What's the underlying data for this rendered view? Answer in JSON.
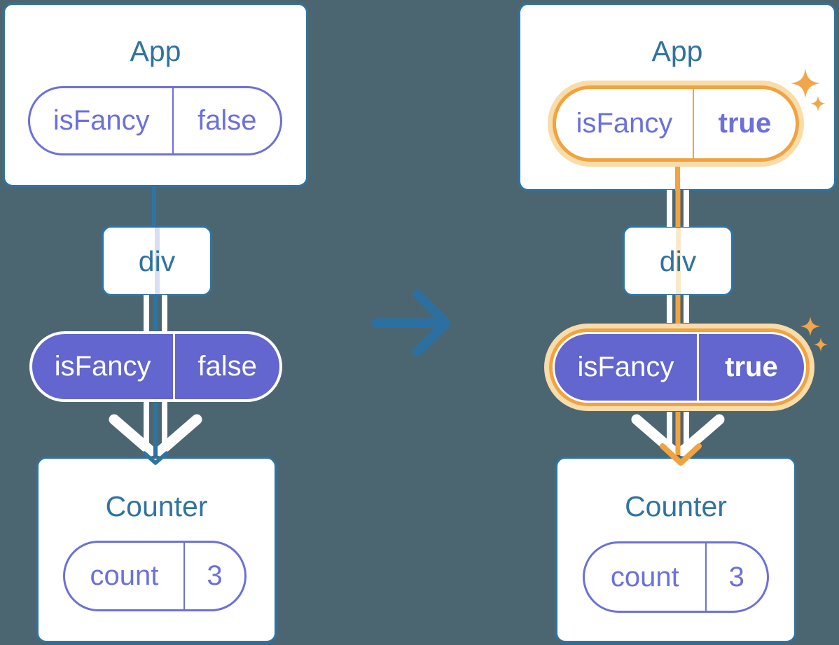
{
  "colors": {
    "bg": "#4C6671",
    "edge": "#2E74A3",
    "heading": "#2F73A1",
    "purple": "#6B70DC",
    "purple-fill": "#6266CE",
    "orange": "#F0A340",
    "orange-halo": "#F8DCA9",
    "orange-pale": "#FBE8CA",
    "lavender": "#D9DEF3",
    "white": "#FFFFFF"
  },
  "before": {
    "app": {
      "title": "App",
      "state_pill": {
        "key": "isFancy",
        "value": "false"
      }
    },
    "div": {
      "label": "div"
    },
    "prop_pill": {
      "key": "isFancy",
      "value": "false"
    },
    "counter": {
      "title": "Counter",
      "state_pill": {
        "key": "count",
        "value": "3"
      }
    }
  },
  "after": {
    "app": {
      "title": "App",
      "state_pill": {
        "key": "isFancy",
        "value": "true"
      }
    },
    "div": {
      "label": "div"
    },
    "prop_pill": {
      "key": "isFancy",
      "value": "true"
    },
    "counter": {
      "title": "Counter",
      "state_pill": {
        "key": "count",
        "value": "3"
      }
    }
  }
}
